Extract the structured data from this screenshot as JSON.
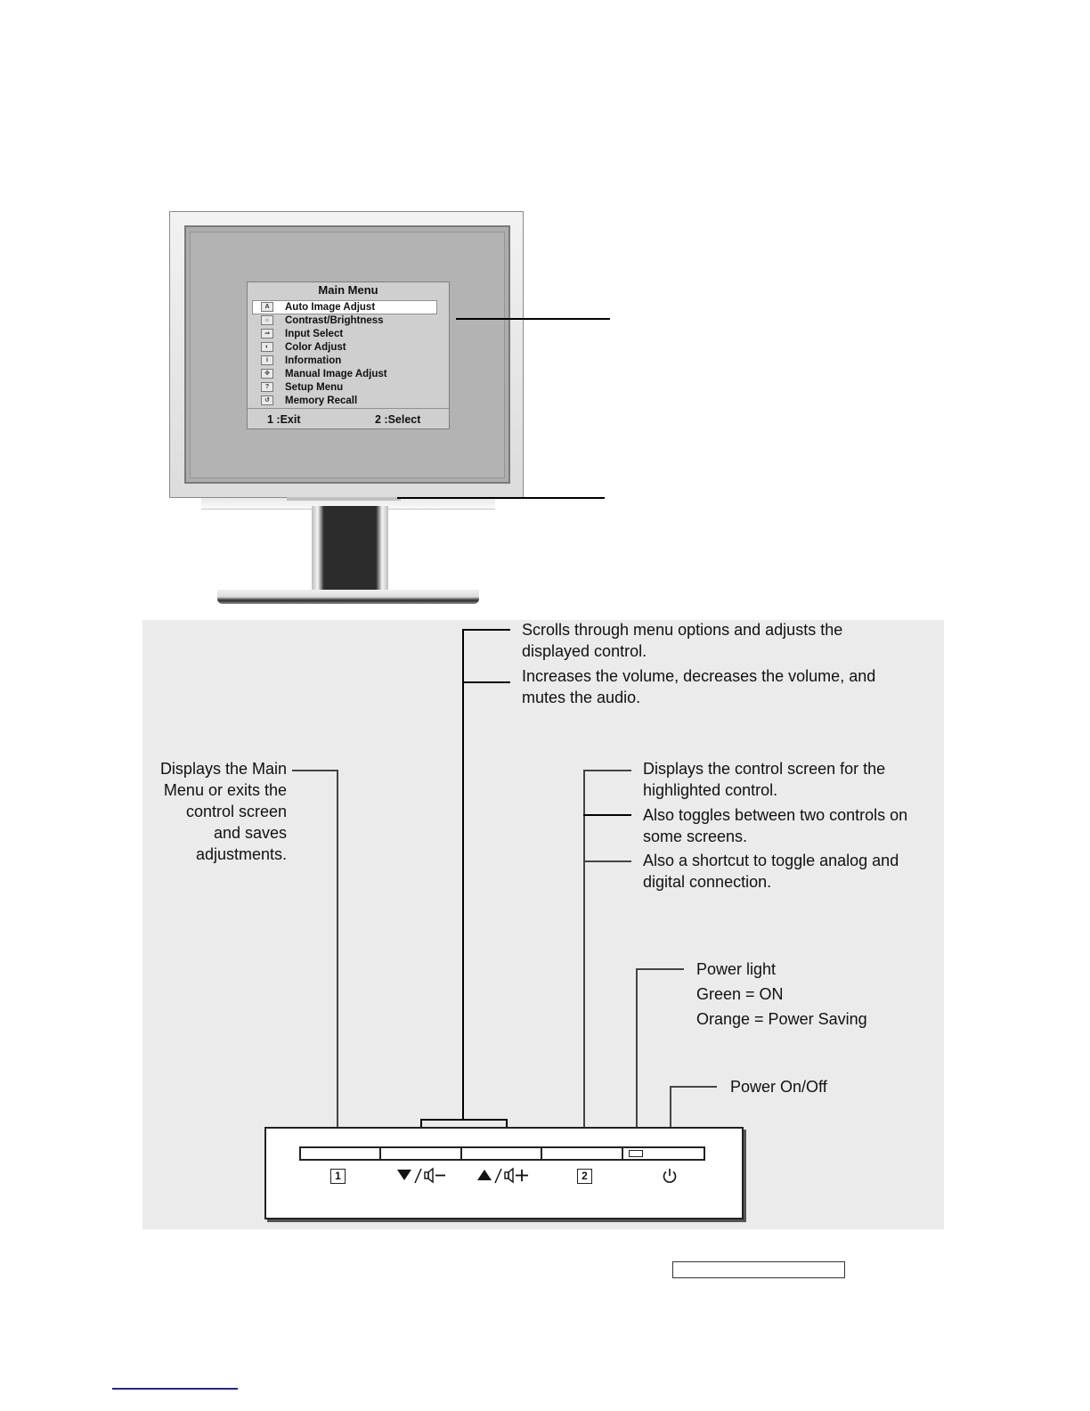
{
  "osd": {
    "title": "Main Menu",
    "items": [
      {
        "label": "Auto Image Adjust",
        "icon": "auto-icon",
        "selected": true
      },
      {
        "label": "Contrast/Brightness",
        "icon": "sun-icon",
        "selected": false
      },
      {
        "label": "Input Select",
        "icon": "input-icon",
        "selected": false
      },
      {
        "label": "Color Adjust",
        "icon": "color-icon",
        "selected": false
      },
      {
        "label": "Information",
        "icon": "info-icon",
        "selected": false
      },
      {
        "label": "Manual Image Adjust",
        "icon": "move-icon",
        "selected": false
      },
      {
        "label": "Setup Menu",
        "icon": "question-icon",
        "selected": false
      },
      {
        "label": "Memory Recall",
        "icon": "recall-icon",
        "selected": false
      }
    ],
    "footer": {
      "exit": "1 :Exit",
      "select": "2 :Select"
    }
  },
  "callouts": {
    "scroll": [
      "Scrolls through menu options and adjusts the",
      "displayed control."
    ],
    "volume": [
      "Increases the volume, decreases the volume, and",
      "mutes the audio."
    ],
    "main_menu": [
      "Displays the Main",
      "Menu or exits the",
      "control screen",
      "and saves",
      "adjustments."
    ],
    "control_screen": [
      "Displays the control screen for the",
      "highlighted control."
    ],
    "toggle": [
      "Also toggles between two controls on",
      "some screens."
    ],
    "shortcut": [
      "Also a shortcut to toggle analog and",
      "digital connection."
    ],
    "power_light": [
      "Power light",
      "Green = ON",
      "Orange = Power Saving"
    ],
    "power_button": "Power On/Off"
  },
  "buttons": {
    "b1": "1",
    "down_vol": "▼/&#128264;–",
    "up_vol": "▲/&#128264;+",
    "b2": "2",
    "power_icon": "power-icon"
  }
}
